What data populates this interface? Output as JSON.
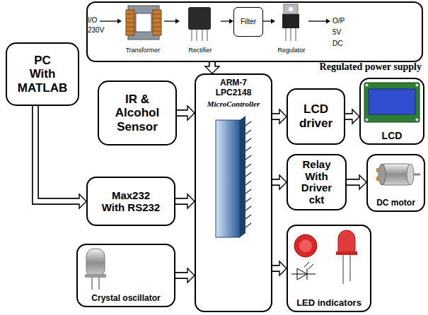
{
  "diagram": {
    "nodes": [
      {
        "text": [
          "Regulated power supply"
        ]
      },
      {
        "text": [
          "Transformer"
        ],
        "in": 0
      },
      {
        "text": [
          "Rectifier"
        ],
        "in": 0
      },
      {
        "text": [
          "Filter"
        ],
        "in": 0
      },
      {
        "text": [
          "Regulator"
        ],
        "in": 0
      },
      {
        "text": [
          "PC With MATLAB"
        ]
      },
      {
        "text": [
          "IR & Alcohol Sensor"
        ]
      },
      {
        "text": [
          "ARM-7 LPC2148",
          "MicroController"
        ]
      },
      {
        "text": [
          "LCD driver"
        ]
      },
      {
        "text": [
          "LCD"
        ]
      },
      {
        "text": [
          "Relay With Driver ckt"
        ]
      },
      {
        "text": [
          "DC motor"
        ]
      },
      {
        "text": [
          "Max232 With RS232"
        ]
      },
      {
        "text": [
          "Crystal oscillator"
        ]
      },
      {
        "text": [
          "LED indicators"
        ]
      }
    ],
    "edges": [
      {
        "from": 1,
        "to": 2,
        "arrow": "to"
      },
      {
        "from": 2,
        "to": 3,
        "arrow": "to"
      },
      {
        "from": 3,
        "to": 4,
        "arrow": "to"
      },
      {
        "from": 0,
        "to": 7,
        "arrow": "to"
      },
      {
        "from": 5,
        "to": 12,
        "arrow": "to"
      },
      {
        "from": 6,
        "to": 7,
        "arrow": "to"
      },
      {
        "from": 12,
        "to": 7,
        "arrow": "to"
      },
      {
        "from": 13,
        "to": 7,
        "arrow": "to"
      },
      {
        "from": 7,
        "to": 8,
        "arrow": "to"
      },
      {
        "from": 8,
        "to": 9,
        "arrow": "to"
      },
      {
        "from": 7,
        "to": 10,
        "arrow": "to"
      },
      {
        "from": 10,
        "to": 11,
        "arrow": "to"
      },
      {
        "from": 7,
        "to": 14,
        "arrow": "to"
      }
    ],
    "labels": [
      "I/O 230V",
      "O/P 5V DC"
    ]
  }
}
